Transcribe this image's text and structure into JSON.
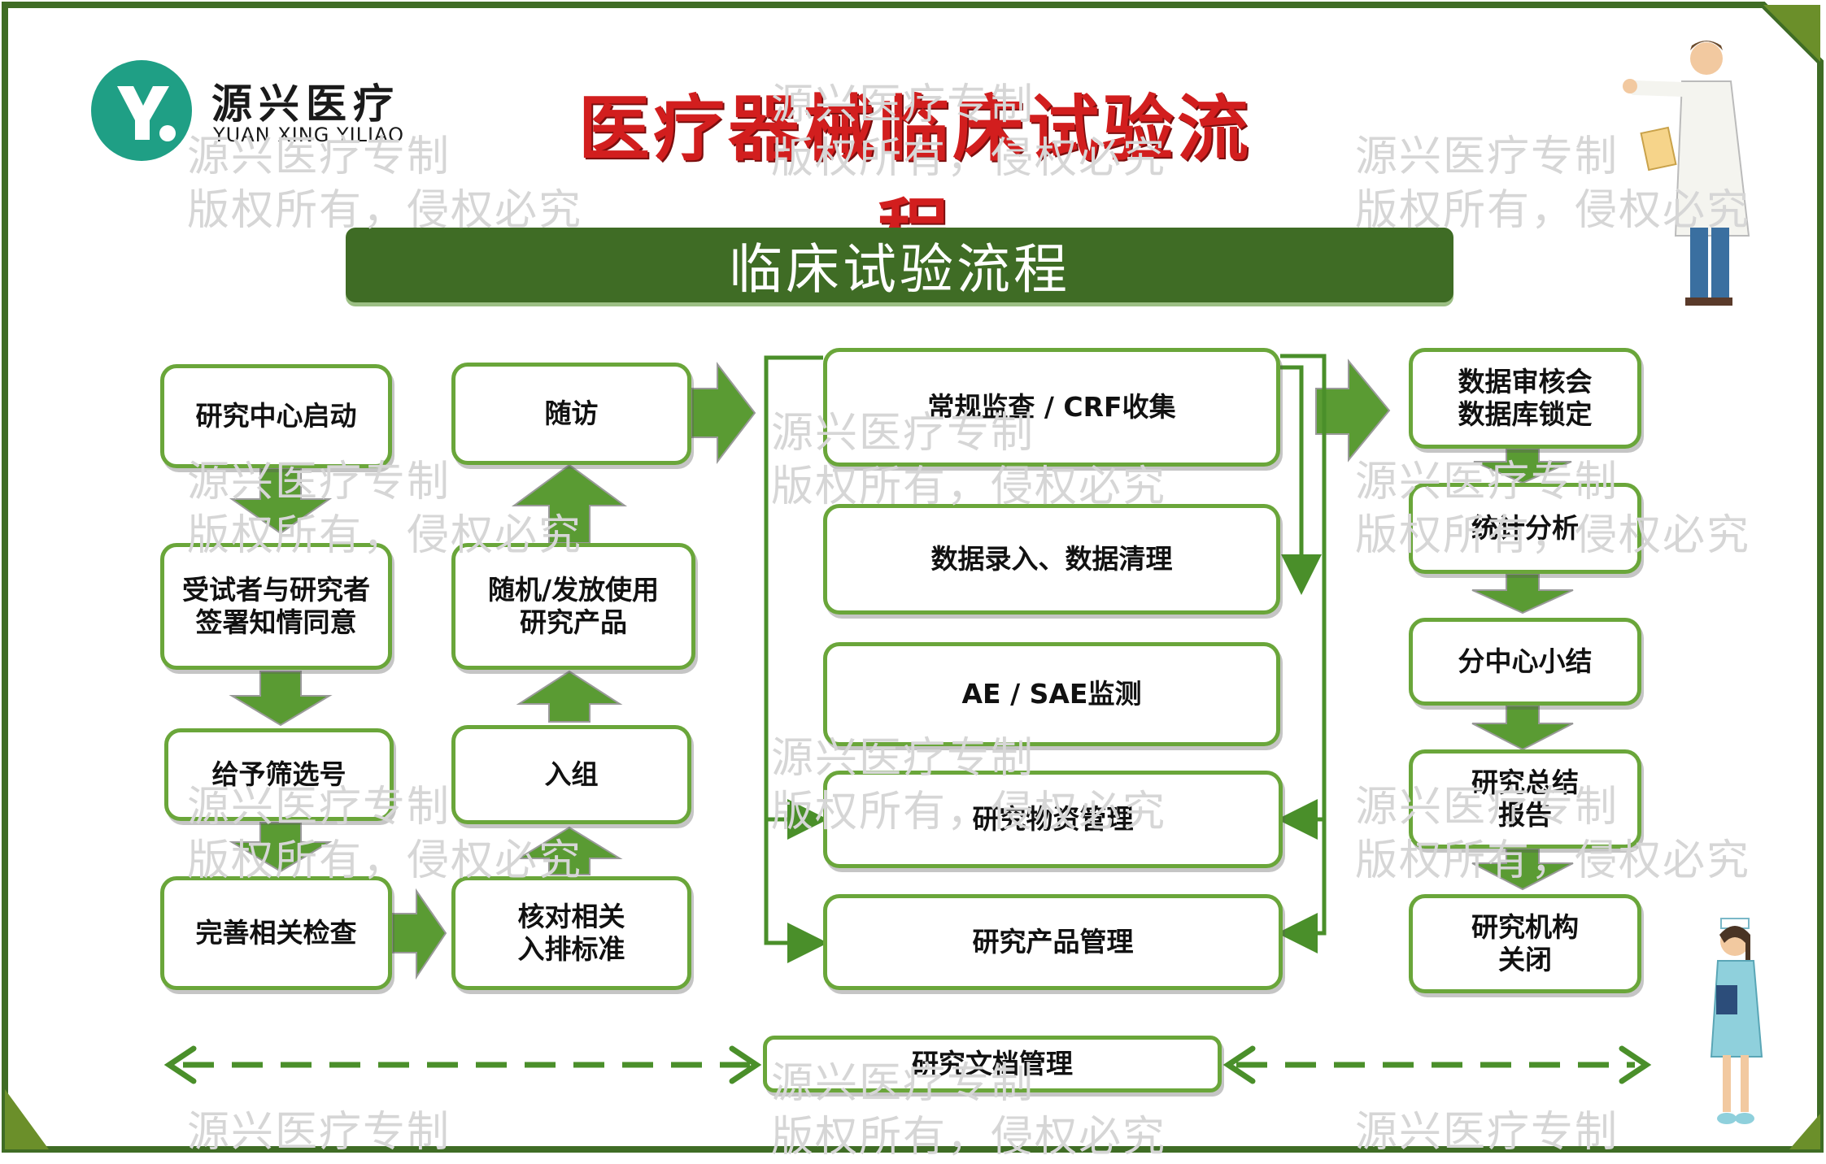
{
  "brand": {
    "name": "源兴医疗",
    "subtitle": "YUAN XING YILIAO",
    "logo_letter": "Y."
  },
  "main_title": "医疗器械临床试验流程",
  "banner": "临床试验流程",
  "watermark": {
    "line1": "源兴医疗专制",
    "line2": "版权所有，侵权必究"
  },
  "colors": {
    "accent_green": "#6aa63a",
    "dark_green": "#3f6c25",
    "title_red": "#d21e1e",
    "logo_teal": "#1f9f85"
  },
  "chart_data": {
    "type": "flowchart",
    "column1": [
      "研究中心启动",
      "受试者与研究者\n签署知情同意",
      "给予筛选号",
      "完善相关检查"
    ],
    "column2": [
      "核对相关\n入排标准",
      "入组",
      "随机/发放使用\n研究产品",
      "随访"
    ],
    "column3": [
      "常规监查 / CRF收集",
      "数据录入、数据清理",
      "AE / SAE监测",
      "研究物资管理",
      "研究产品管理"
    ],
    "column4": [
      "数据审核会\n数据库锁定",
      "统计分析",
      "分中心小结",
      "研究总结\n报告",
      "研究机构\n关闭"
    ],
    "footer": "研究文档管理"
  }
}
